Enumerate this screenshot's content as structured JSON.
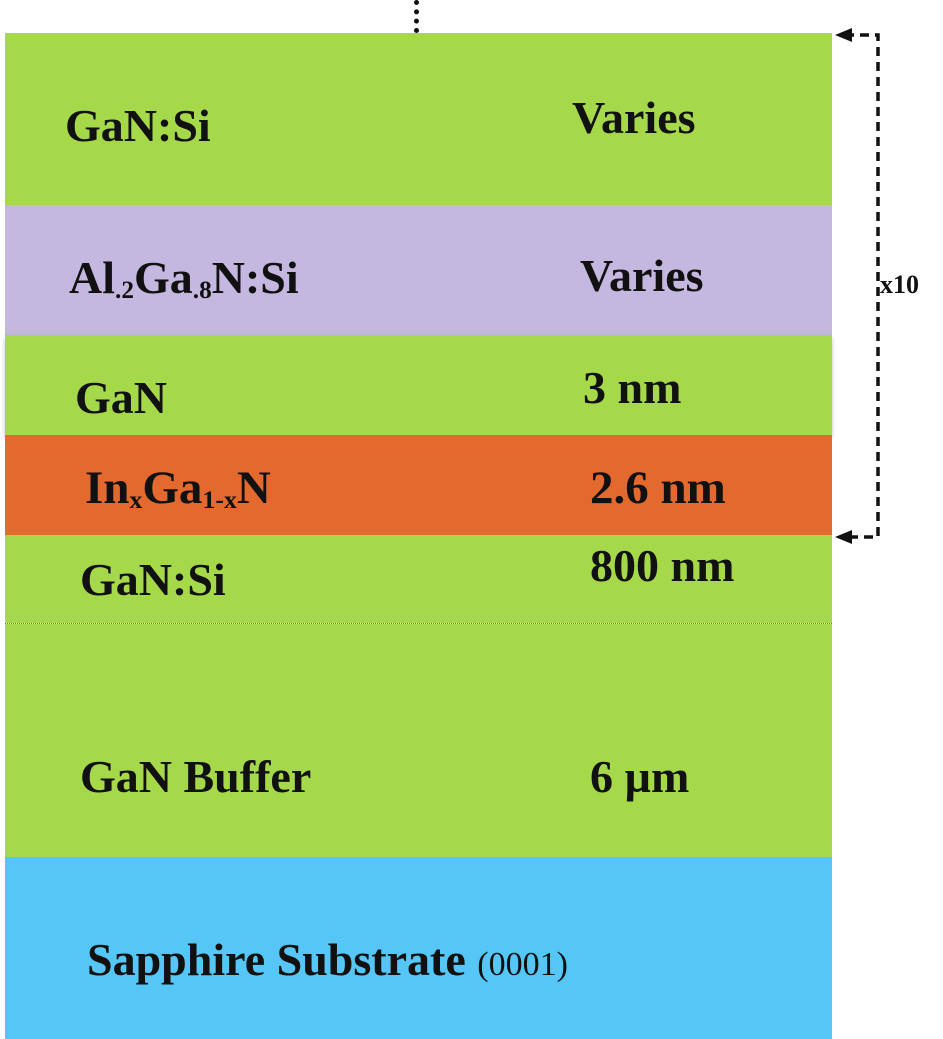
{
  "layers": [
    {
      "material": "GaN:Si",
      "thickness": "Varies",
      "color": "#a6d94a"
    },
    {
      "material_parts": [
        "Al",
        ".2",
        "Ga",
        ".8",
        "N:Si"
      ],
      "thickness": "Varies",
      "color": "#c4b8e0"
    },
    {
      "material": "GaN",
      "thickness": "3 nm",
      "color": "#a6d94a"
    },
    {
      "material_parts": [
        "In",
        "x",
        "Ga",
        "1-x",
        "N"
      ],
      "thickness": "2.6 nm",
      "color": "#e3692f"
    },
    {
      "material": "GaN:Si",
      "thickness": "800 nm",
      "color": "#a6d94a"
    },
    {
      "material": "GaN Buffer",
      "thickness": "6 µm",
      "color": "#a6d94a"
    },
    {
      "material": "Sapphire Substrate",
      "orientation": "(0001)",
      "color": "#55c6f5"
    }
  ],
  "repeat": {
    "label": "x10"
  }
}
